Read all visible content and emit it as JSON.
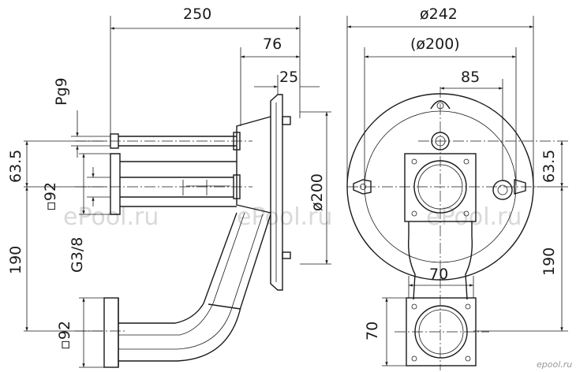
{
  "side_view": {
    "dim_250": "250",
    "dim_76": "76",
    "dim_25": "25",
    "dim_pg9": "Pg9",
    "dim_63_5": "63.5",
    "dim_sq92_top": "▫92",
    "dim_g38": "G3/8",
    "dim_190": "190",
    "dim_sq92_bottom": "▫92",
    "dim_d200": "ø200"
  },
  "front_view": {
    "dim_d242": "ø242",
    "dim_d200": "(ø200)",
    "dim_85": "85",
    "dim_63_5": "63.5",
    "dim_190": "190",
    "dim_70_h": "70",
    "dim_70_v": "70"
  },
  "watermark": {
    "text": "ePool.ru",
    "logo": "epool.ru"
  },
  "colors": {
    "line": "#1a1a1a",
    "watermark": "#d9d9d9"
  }
}
